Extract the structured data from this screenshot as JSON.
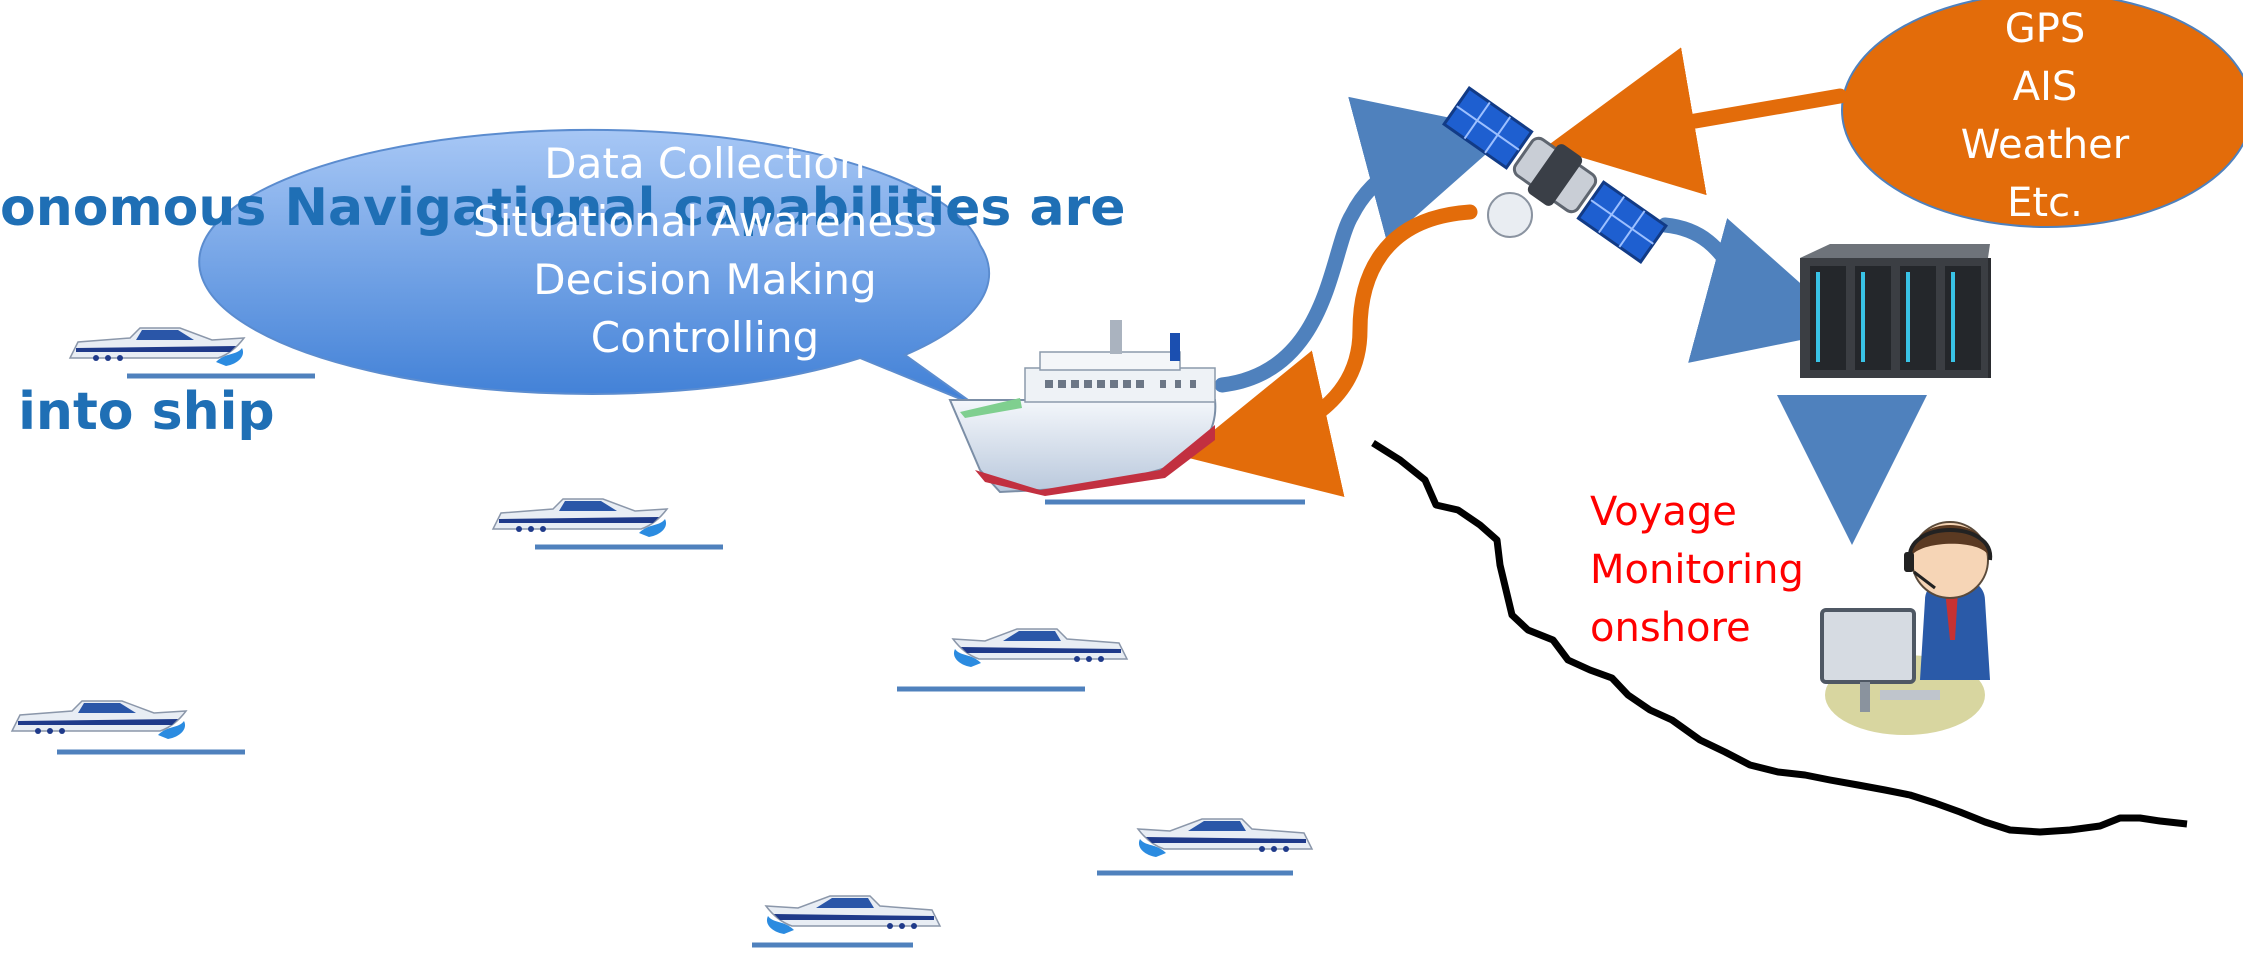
{
  "title": {
    "line1": "onomous Navigational capabilities are",
    "line2": " into ship"
  },
  "ship_bubble": {
    "lines": [
      "Data Collection",
      "Situational Awareness",
      "Decision Making",
      "Controlling"
    ]
  },
  "info_bubble": {
    "lines": [
      "GPS",
      "AIS",
      "Weather",
      "Etc."
    ]
  },
  "monitoring": {
    "lines": [
      "Voyage",
      "Monitoring",
      "onshore"
    ]
  },
  "colors": {
    "title": "#1f6fb5",
    "bubble_blue": "#7aa9e8",
    "info_orange": "#e36c0a",
    "arrow_blue": "#4f81bd",
    "arrow_orange": "#e36c0a",
    "monitor_red": "#ff0000",
    "coastline": "#000000"
  },
  "icons": [
    "ship-icon",
    "boat-icon",
    "satellite-icon",
    "server-rack-icon",
    "operator-icon"
  ]
}
